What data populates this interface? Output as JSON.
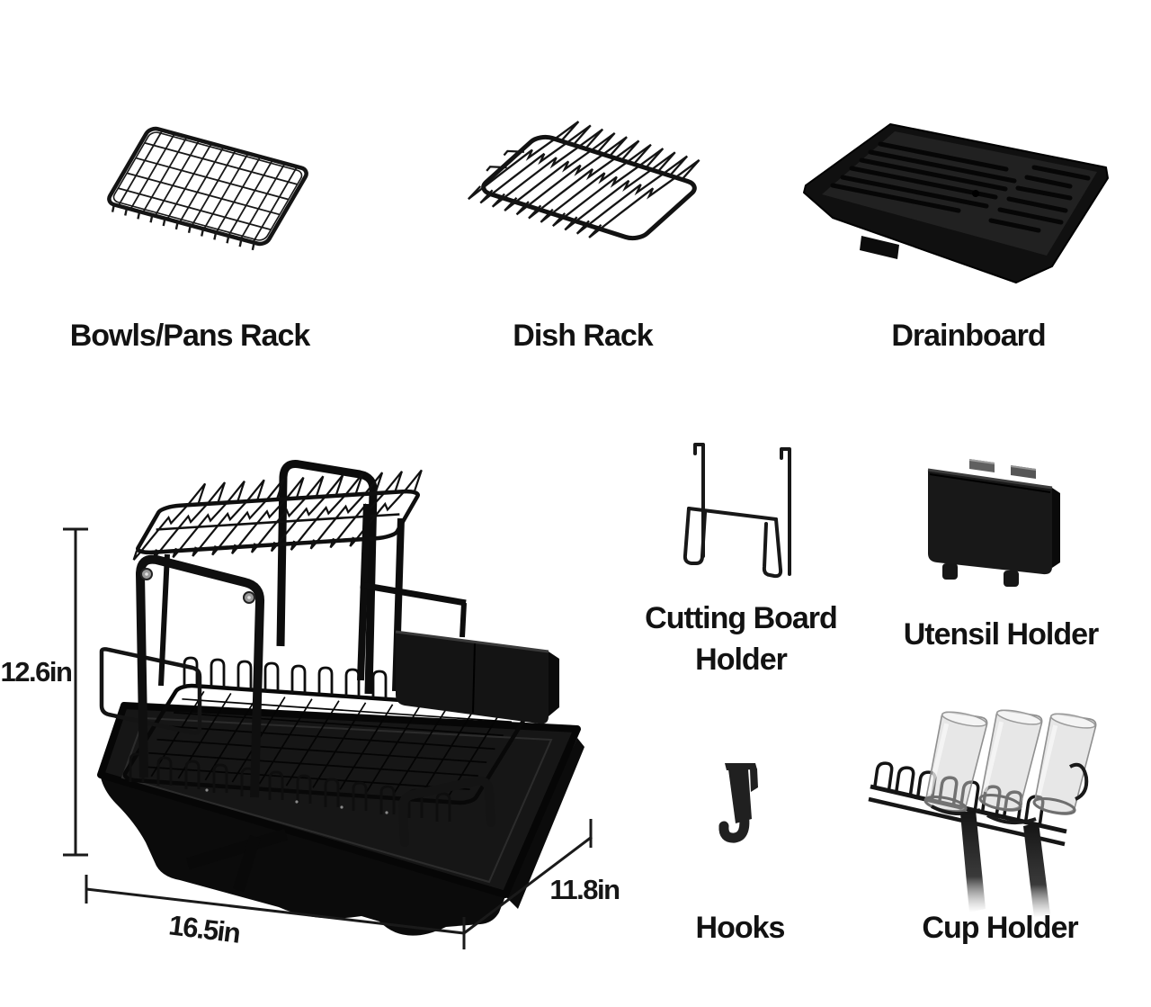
{
  "infographic": {
    "background_color": "#ffffff",
    "label_text_color": "#121212",
    "product_color": "#141414",
    "cup_glass_color": "#cfcfcf"
  },
  "parts": {
    "bowls_pans_rack": {
      "label": "Bowls/Pans Rack"
    },
    "dish_rack": {
      "label": "Dish Rack"
    },
    "drainboard": {
      "label": "Drainboard"
    },
    "cutting_board_holder": {
      "label_line1": "Cutting Board",
      "label_line2": "Holder"
    },
    "utensil_holder": {
      "label": "Utensil Holder"
    },
    "hooks": {
      "label": "Hooks"
    },
    "cup_holder": {
      "label": "Cup Holder"
    }
  },
  "dimensions": {
    "height": "12.6in",
    "width": "16.5in",
    "depth": "11.8in"
  }
}
